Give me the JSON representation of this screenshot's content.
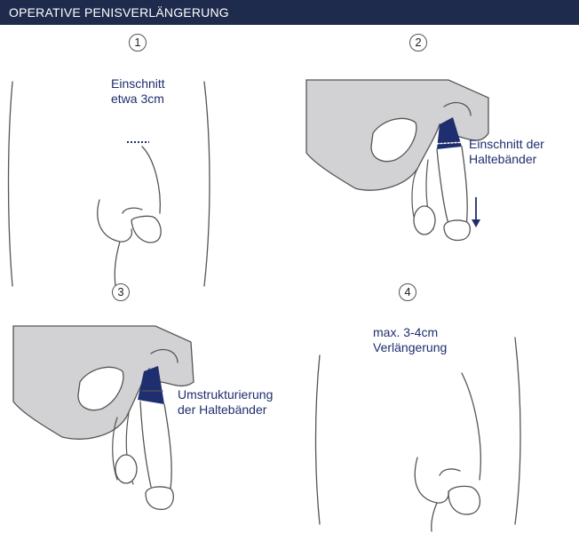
{
  "header": {
    "title": "OPERATIVE PENISVERLÄNGERUNG"
  },
  "colors": {
    "header_bg": "#1f2b4d",
    "accent": "#1f2e6e",
    "line": "#555555",
    "gray_fill": "#d2d2d4"
  },
  "steps": [
    {
      "number": "1",
      "label_lines": [
        "Einschnitt",
        "etwa 3cm"
      ]
    },
    {
      "number": "2",
      "label_lines": [
        "Einschnitt der",
        "Haltebänder"
      ]
    },
    {
      "number": "3",
      "label_lines": [
        "Umstrukturierung",
        "der Haltebänder"
      ]
    },
    {
      "number": "4",
      "label_lines": [
        "max. 3-4cm",
        "Verlängerung"
      ]
    }
  ],
  "icons": {
    "arrow": "arrow-down-icon"
  }
}
